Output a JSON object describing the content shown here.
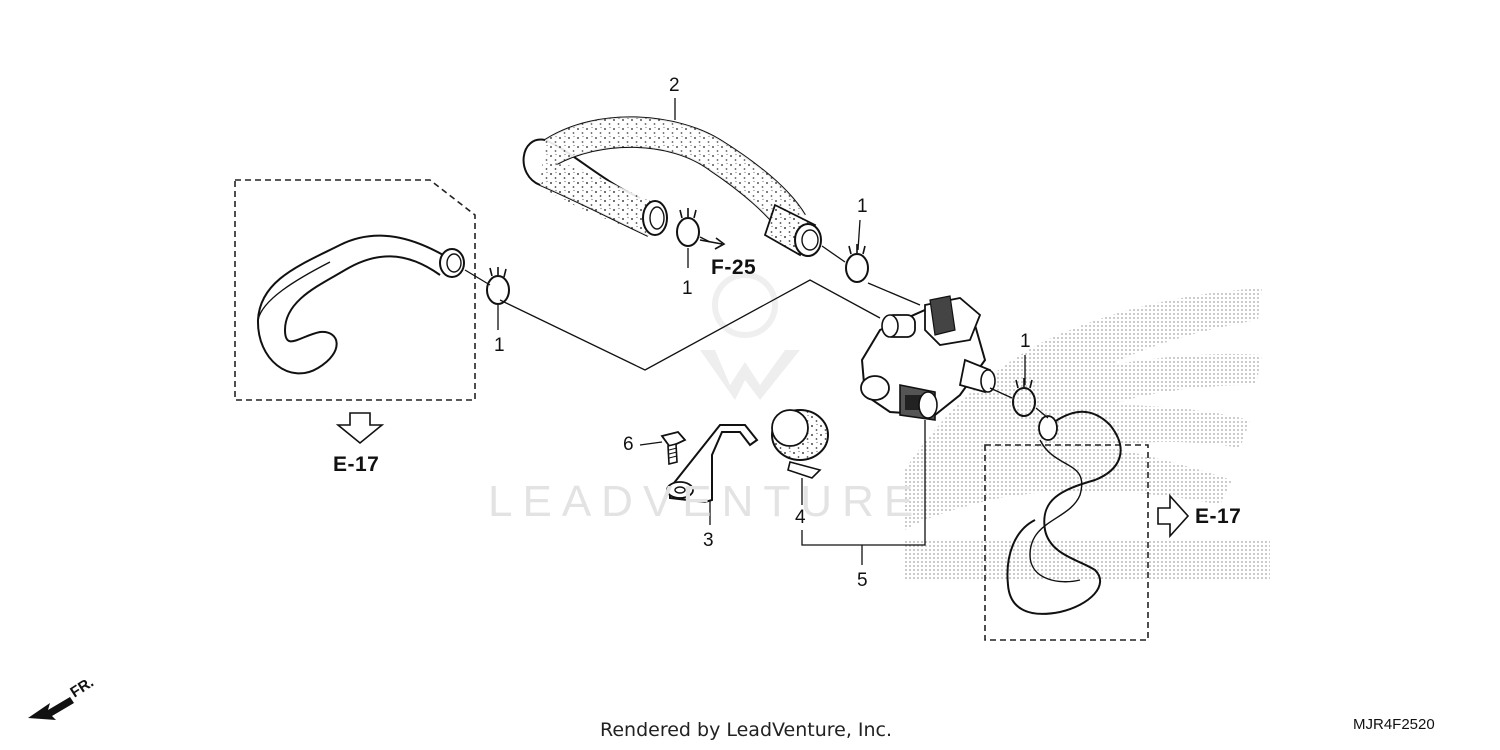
{
  "callouts": {
    "c1_left": "1",
    "c1_mid": "1",
    "c1_valve": "1",
    "c1_right": "1",
    "c2": "2",
    "c3": "3",
    "c4": "4",
    "c5": "5",
    "c6": "6"
  },
  "references": {
    "e17_left": "E-17",
    "e17_right": "E-17",
    "f25": "F-25",
    "front": "FR."
  },
  "watermark": {
    "text": "LEADVENTURE"
  },
  "footer": {
    "rendered_by": "Rendered by LeadVenture, Inc.",
    "diagram_code": "MJR4F2520"
  }
}
